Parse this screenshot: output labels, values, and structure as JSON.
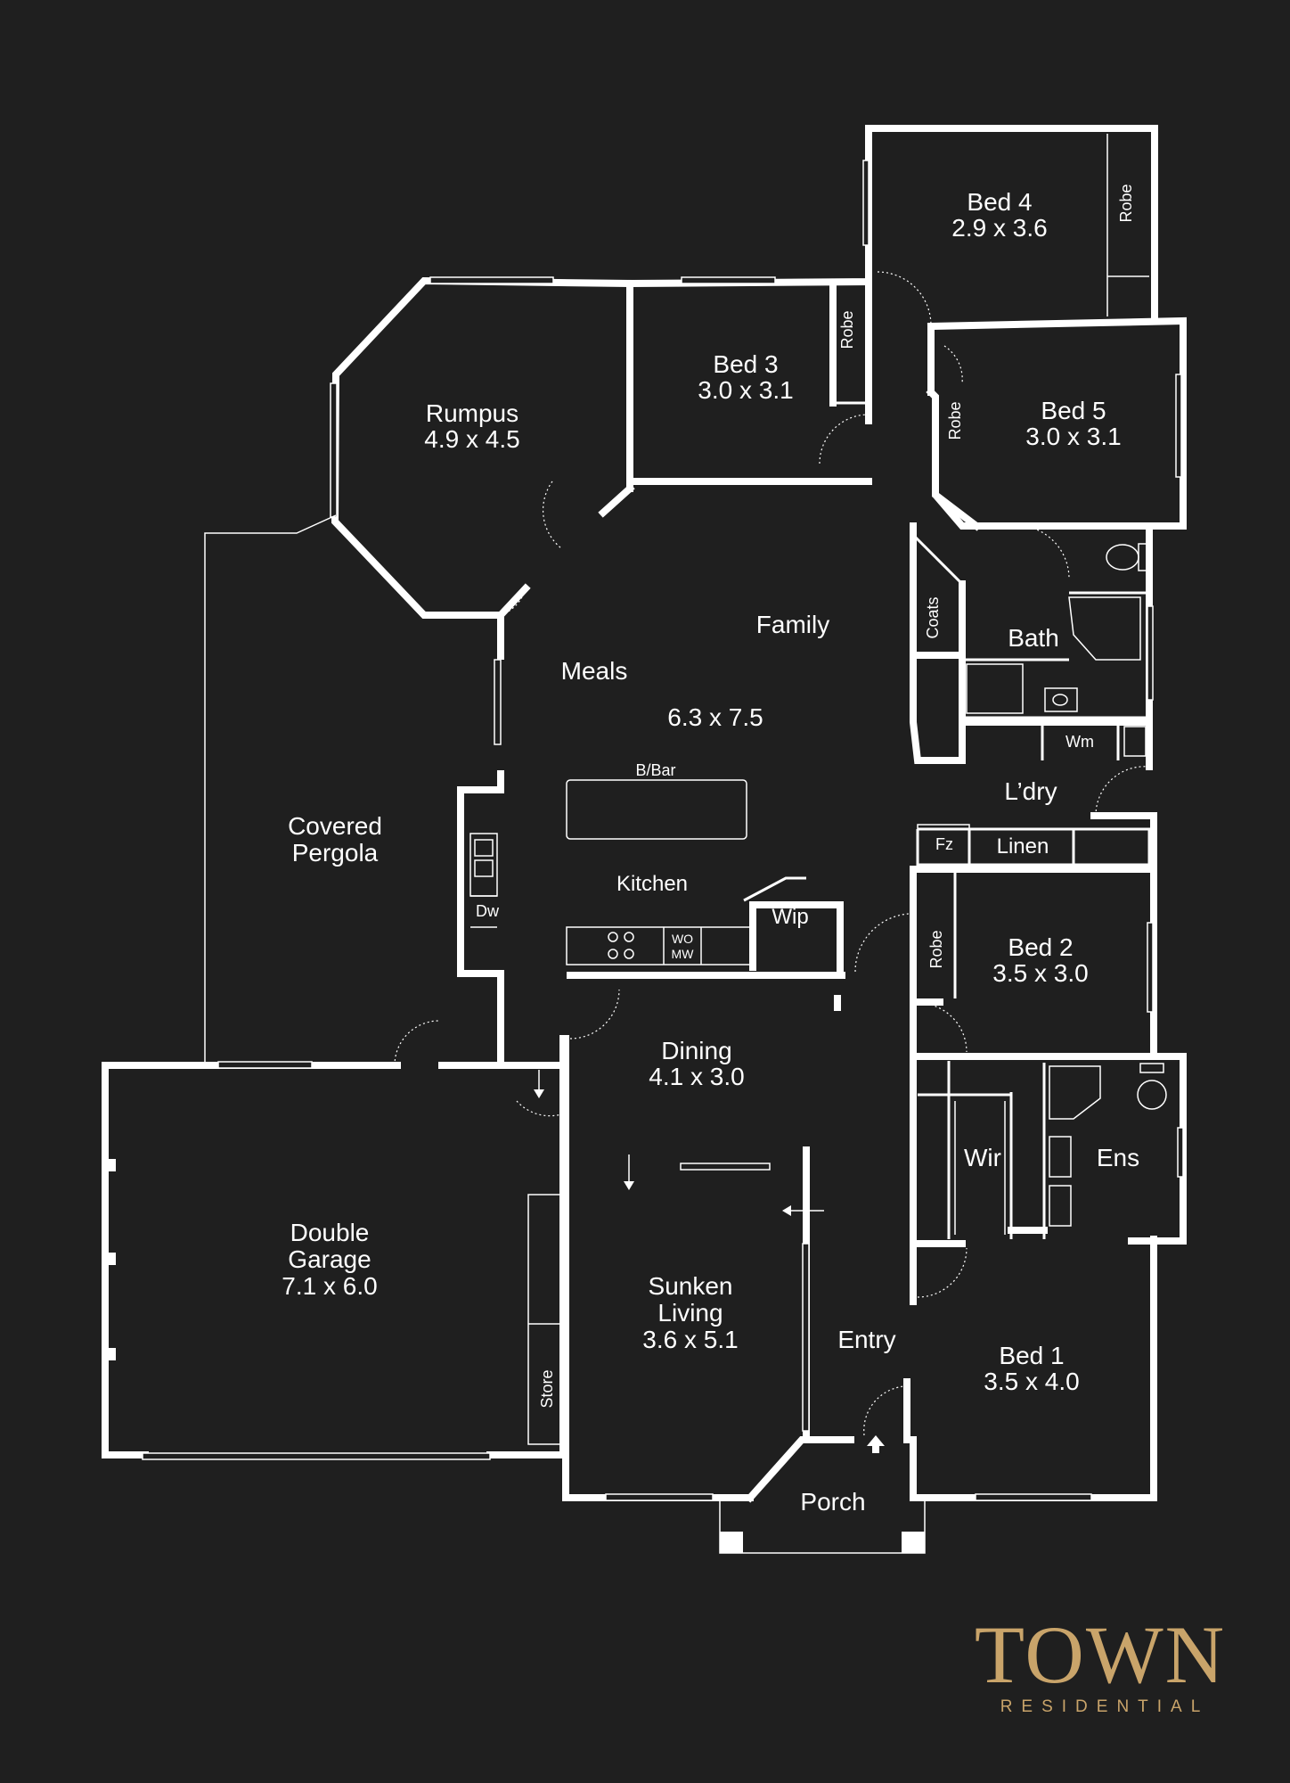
{
  "rooms": {
    "bed4": {
      "name": "Bed 4",
      "size": "2.9 x 3.6"
    },
    "bed3": {
      "name": "Bed 3",
      "size": "3.0 x 3.1"
    },
    "bed5": {
      "name": "Bed 5",
      "size": "3.0 x 3.1"
    },
    "rumpus": {
      "name": "Rumpus",
      "size": "4.9 x 4.5"
    },
    "family": {
      "name": "Family"
    },
    "meals": {
      "name": "Meals",
      "size": "6.3 x 7.5"
    },
    "pergola": {
      "line1": "Covered",
      "line2": "Pergola"
    },
    "kitchen": {
      "name": "Kitchen"
    },
    "wip": {
      "name": "Wip"
    },
    "bbar": {
      "name": "B/Bar"
    },
    "bath": {
      "name": "Bath"
    },
    "ldry": {
      "name": "L’dry"
    },
    "bed2": {
      "name": "Bed 2",
      "size": "3.5 x 3.0"
    },
    "dining": {
      "name": "Dining",
      "size": "4.1 x 3.0"
    },
    "wir": {
      "name": "Wir"
    },
    "ens": {
      "name": "Ens"
    },
    "garage": {
      "line1": "Double",
      "line2": "Garage",
      "size": "7.1 x 6.0"
    },
    "living": {
      "line1": "Sunken",
      "line2": "Living",
      "size": "3.6 x 5.1"
    },
    "entry": {
      "name": "Entry"
    },
    "bed1": {
      "name": "Bed 1",
      "size": "3.5 x 4.0"
    },
    "porch": {
      "name": "Porch"
    }
  },
  "fixtures": {
    "robe": "Robe",
    "coats": "Coats",
    "wm": "Wm",
    "fz": "Fz",
    "linen": "Linen",
    "dw": "Dw",
    "wo": "WO",
    "mw": "MW",
    "store": "Store"
  },
  "brand": {
    "name": "TOWN",
    "tagline": "RESIDENTIAL",
    "color": "#c9a46a"
  },
  "colors": {
    "background": "#1f1f1f",
    "walls": "#ffffff"
  }
}
